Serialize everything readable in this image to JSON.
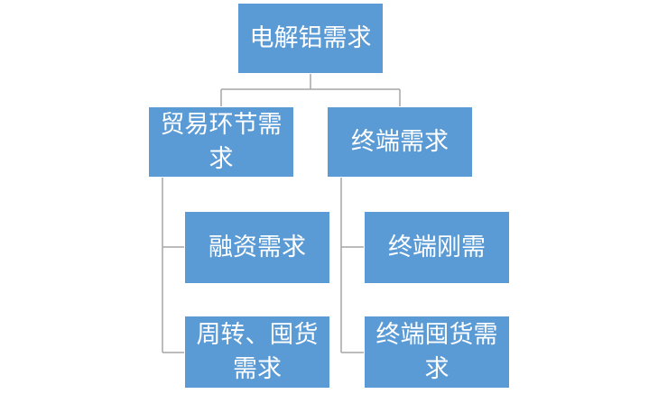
{
  "diagram": {
    "root": {
      "label": "电解铝需求"
    },
    "branches": [
      {
        "label": "贸易环节需求",
        "children": [
          {
            "label": "融资需求"
          },
          {
            "label": "周转、囤货需求"
          }
        ]
      },
      {
        "label": "终端需求",
        "children": [
          {
            "label": "终端刚需"
          },
          {
            "label": "终端囤货需求"
          }
        ]
      }
    ],
    "colors": {
      "node_fill": "#5b9bd5",
      "node_text": "#ffffff",
      "connector": "#a6a6a6"
    }
  }
}
